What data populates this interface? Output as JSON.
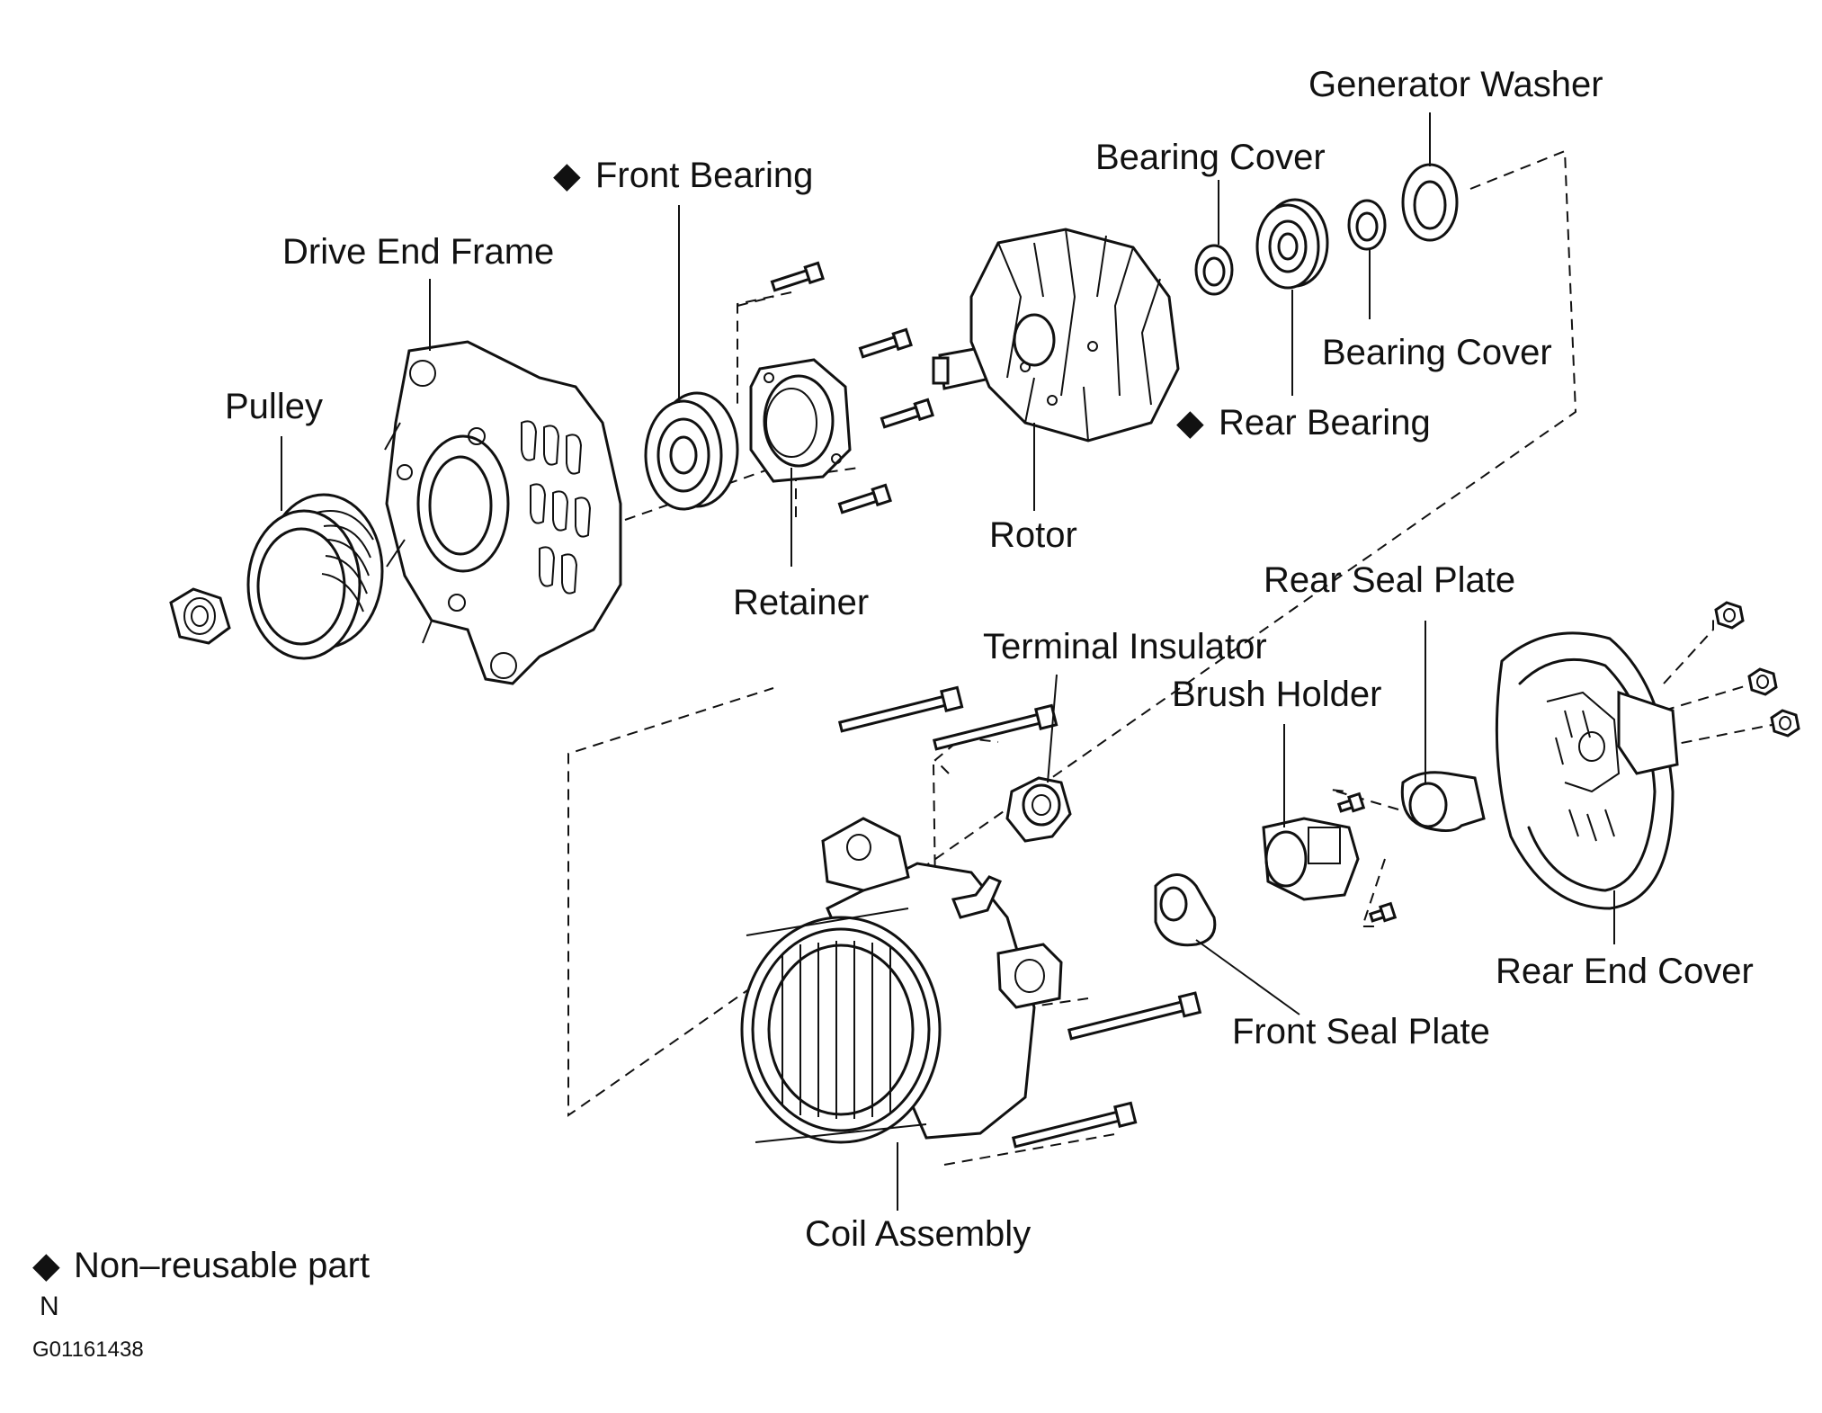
{
  "labels": {
    "generator_washer": "Generator Washer",
    "bearing_cover_top": "Bearing Cover",
    "front_bearing": "Front Bearing",
    "drive_end_frame": "Drive End Frame",
    "bearing_cover_right": "Bearing Cover",
    "pulley": "Pulley",
    "rear_bearing": "Rear Bearing",
    "rotor": "Rotor",
    "retainer": "Retainer",
    "rear_seal_plate": "Rear Seal Plate",
    "terminal_insulator": "Terminal Insulator",
    "brush_holder": "Brush Holder",
    "rear_end_cover": "Rear End Cover",
    "front_seal_plate": "Front Seal Plate",
    "coil_assembly": "Coil Assembly"
  },
  "legend": {
    "marker": "◆",
    "text": "Non–reusable part",
    "code": "N"
  },
  "figure_id": "G01161438",
  "non_reusable_parts": [
    "front_bearing",
    "rear_bearing"
  ]
}
